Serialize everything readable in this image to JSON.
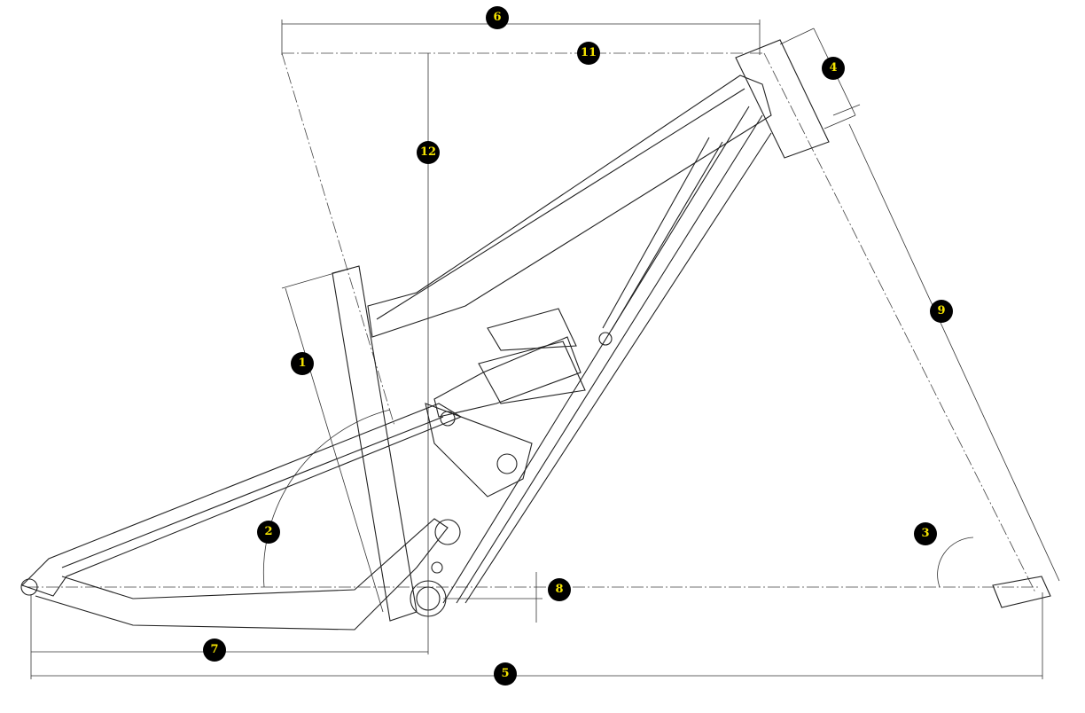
{
  "diagram": {
    "subject": "bicycle-frame-geometry",
    "marker_color": "#000000",
    "marker_text_color": "#f5e400",
    "markers": [
      {
        "id": "1",
        "label": "1"
      },
      {
        "id": "2",
        "label": "2"
      },
      {
        "id": "3",
        "label": "3"
      },
      {
        "id": "4",
        "label": "4"
      },
      {
        "id": "5",
        "label": "5"
      },
      {
        "id": "6",
        "label": "6"
      },
      {
        "id": "7",
        "label": "7"
      },
      {
        "id": "8",
        "label": "8"
      },
      {
        "id": "9",
        "label": "9"
      },
      {
        "id": "11",
        "label": "11"
      },
      {
        "id": "12",
        "label": "12"
      }
    ]
  }
}
